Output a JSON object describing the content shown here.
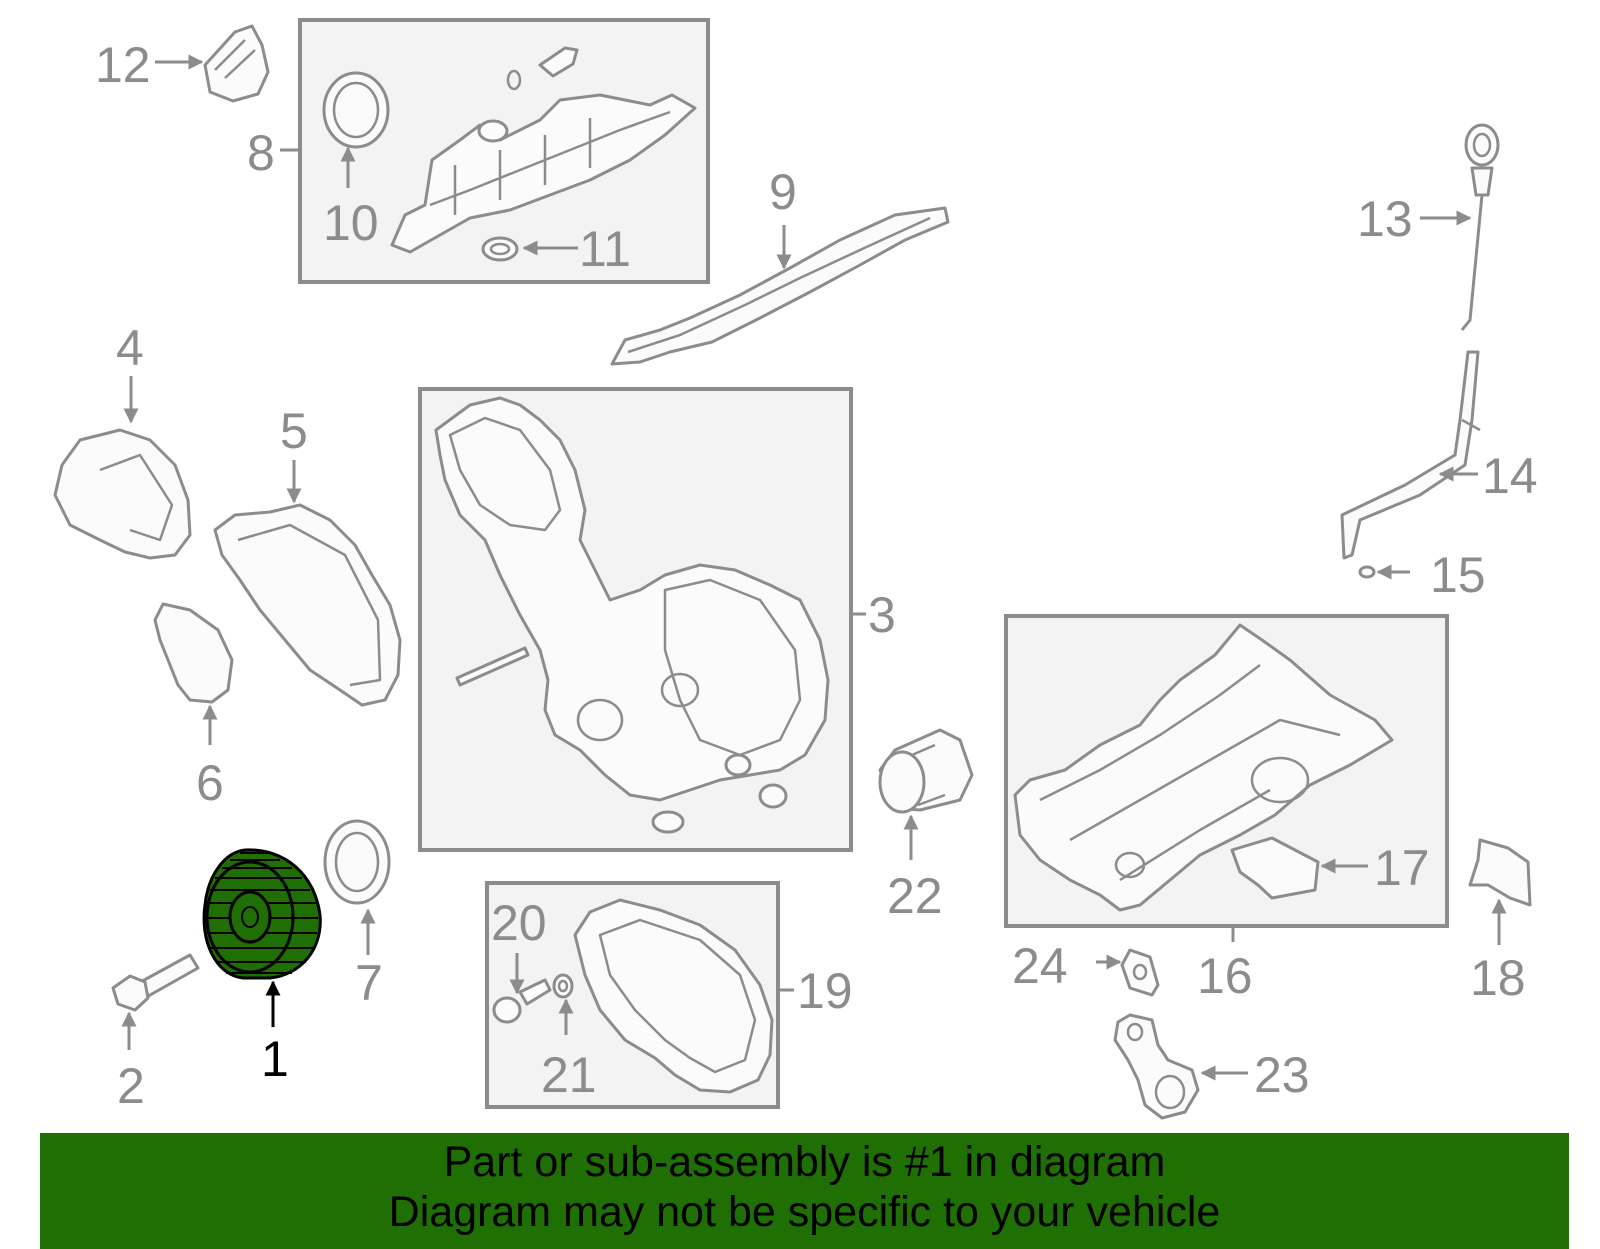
{
  "diagram": {
    "highlight_part": "1",
    "colors": {
      "outline": "#8c8c8c",
      "highlight_fill": "#1f6f05",
      "box_fill": "#f3f3f3",
      "banner_bg": "#1f6f05"
    },
    "callouts": {
      "c1": "1",
      "c2": "2",
      "c3": "3",
      "c4": "4",
      "c5": "5",
      "c6": "6",
      "c7": "7",
      "c8": "8",
      "c9": "9",
      "c10": "10",
      "c11": "11",
      "c12": "12",
      "c13": "13",
      "c14": "14",
      "c15": "15",
      "c16": "16",
      "c17": "17",
      "c18": "18",
      "c19": "19",
      "c20": "20",
      "c21": "21",
      "c22": "22",
      "c23": "23",
      "c24": "24"
    }
  },
  "banner": {
    "line1": "Part or sub-assembly is #1 in diagram",
    "line2": "Diagram may not be specific to your vehicle"
  }
}
